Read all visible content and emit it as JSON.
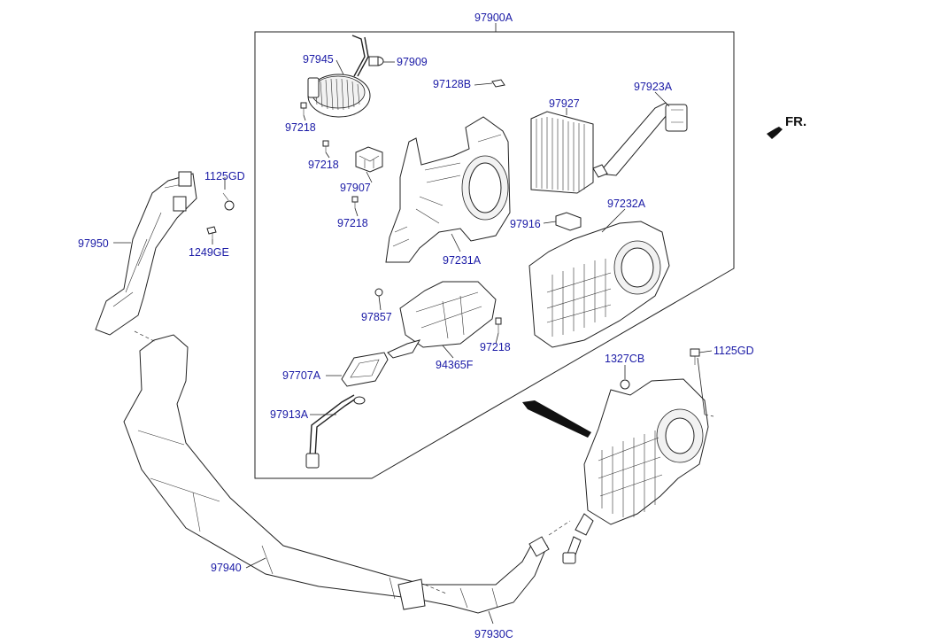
{
  "direction_label": "FR.",
  "labels": {
    "assembly": "97900A",
    "fan_motor": "97945",
    "hose_top": "97909",
    "clip_top": "97128B",
    "screw_a": "97218",
    "screw_b": "97218",
    "screw_c": "97218",
    "screw_d": "97218",
    "resistor": "97907",
    "evaporator": "97927",
    "expansion_pipe": "97923A",
    "sensor": "97916",
    "case_right": "97232A",
    "case_left": "97231A",
    "grommet": "97857",
    "drain_tray": "94365F",
    "seal": "97707A",
    "drain_hose": "97913A",
    "bolt_left": "1125GD",
    "bolt_right": "1125GD",
    "nut": "1249GE",
    "duct_side": "97950",
    "nut_right": "1327CB",
    "duct_long": "97940",
    "duct_rear": "97930C"
  }
}
